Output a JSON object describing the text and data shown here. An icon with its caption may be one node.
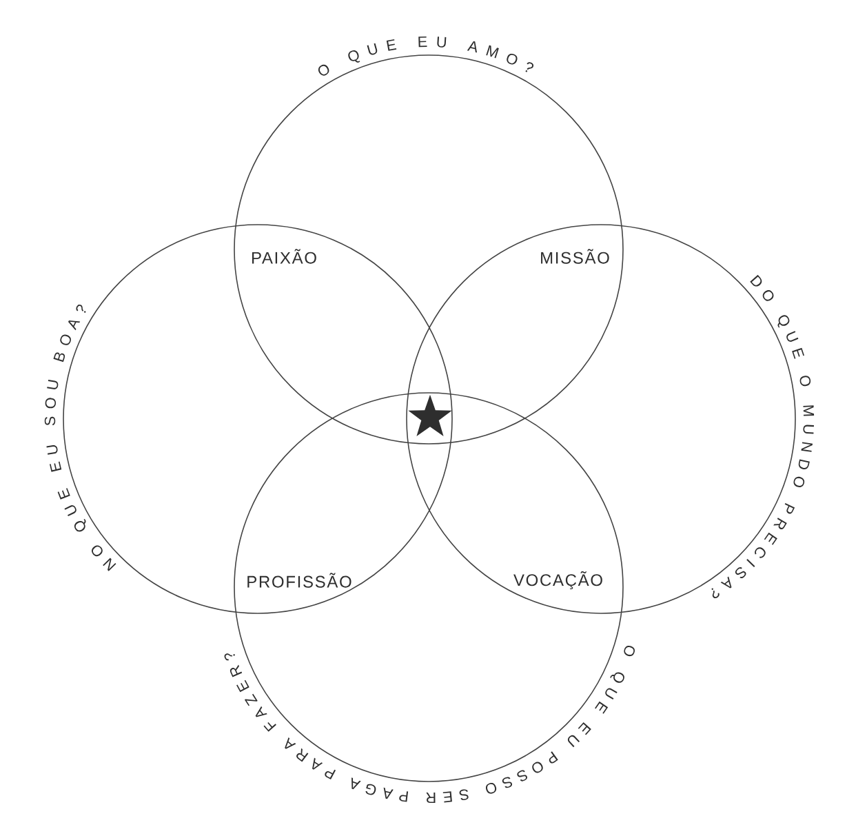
{
  "diagram": {
    "nodes": [
      {
        "text": [
          "O QUE EU AMO?"
        ]
      },
      {
        "text": [
          "NO QUE EU SOU BOA?"
        ]
      },
      {
        "text": [
          "DO QUE O MUNDO PRECISA?"
        ]
      },
      {
        "text": [
          "O QUE EU POSSO SER PAGA PARA FAZER?"
        ]
      }
    ],
    "labels": [
      "PAIXÃO",
      "MISSÃO",
      "PROFISSÃO",
      "VOCAÇÃO"
    ]
  }
}
